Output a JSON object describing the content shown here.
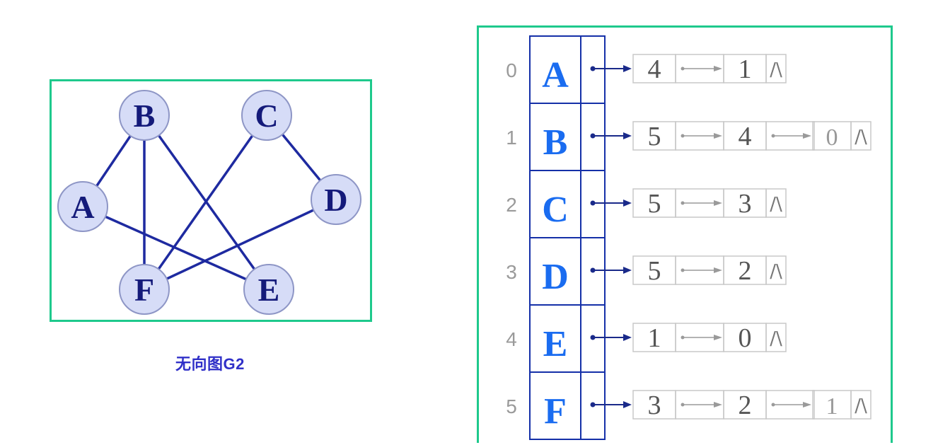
{
  "graph": {
    "caption": "无向图G2",
    "vertices": [
      "A",
      "B",
      "C",
      "D",
      "E",
      "F"
    ],
    "edges": [
      [
        "A",
        "B"
      ],
      [
        "A",
        "E"
      ],
      [
        "B",
        "F"
      ],
      [
        "B",
        "E"
      ],
      [
        "C",
        "F"
      ],
      [
        "C",
        "D"
      ],
      [
        "D",
        "F"
      ]
    ]
  },
  "adjacency_list": {
    "rows": [
      {
        "index": "0",
        "vertex": "A",
        "neighbors": [
          "4",
          "1"
        ]
      },
      {
        "index": "1",
        "vertex": "B",
        "neighbors": [
          "5",
          "4",
          "0"
        ]
      },
      {
        "index": "2",
        "vertex": "C",
        "neighbors": [
          "5",
          "3"
        ]
      },
      {
        "index": "3",
        "vertex": "D",
        "neighbors": [
          "5",
          "2"
        ]
      },
      {
        "index": "4",
        "vertex": "E",
        "neighbors": [
          "1",
          "0"
        ]
      },
      {
        "index": "5",
        "vertex": "F",
        "neighbors": [
          "3",
          "2",
          "1"
        ]
      }
    ],
    "null_symbol": "/\\"
  },
  "colors": {
    "panel_border": "#1ec98c",
    "vertex_text": "#1a6cf0",
    "node_fill": "#d6dcf7",
    "edge": "#1e2aa0"
  }
}
